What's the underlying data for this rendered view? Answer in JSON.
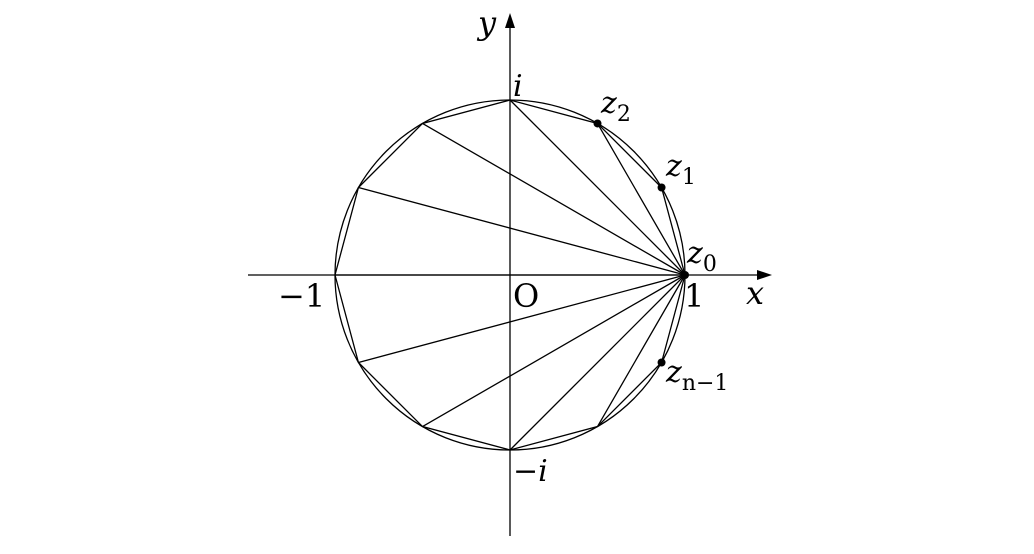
{
  "diagram": {
    "n": 12,
    "labels": {
      "y_axis": "y",
      "x_axis": "x",
      "i": "i",
      "neg_i": "−i",
      "neg_one": "−1",
      "one": "1",
      "origin": "O"
    },
    "points": [
      {
        "base": "z",
        "sub": "2"
      },
      {
        "base": "z",
        "sub": "1"
      },
      {
        "base": "z",
        "sub": "0"
      },
      {
        "base": "z",
        "sub": "n−1"
      }
    ]
  }
}
